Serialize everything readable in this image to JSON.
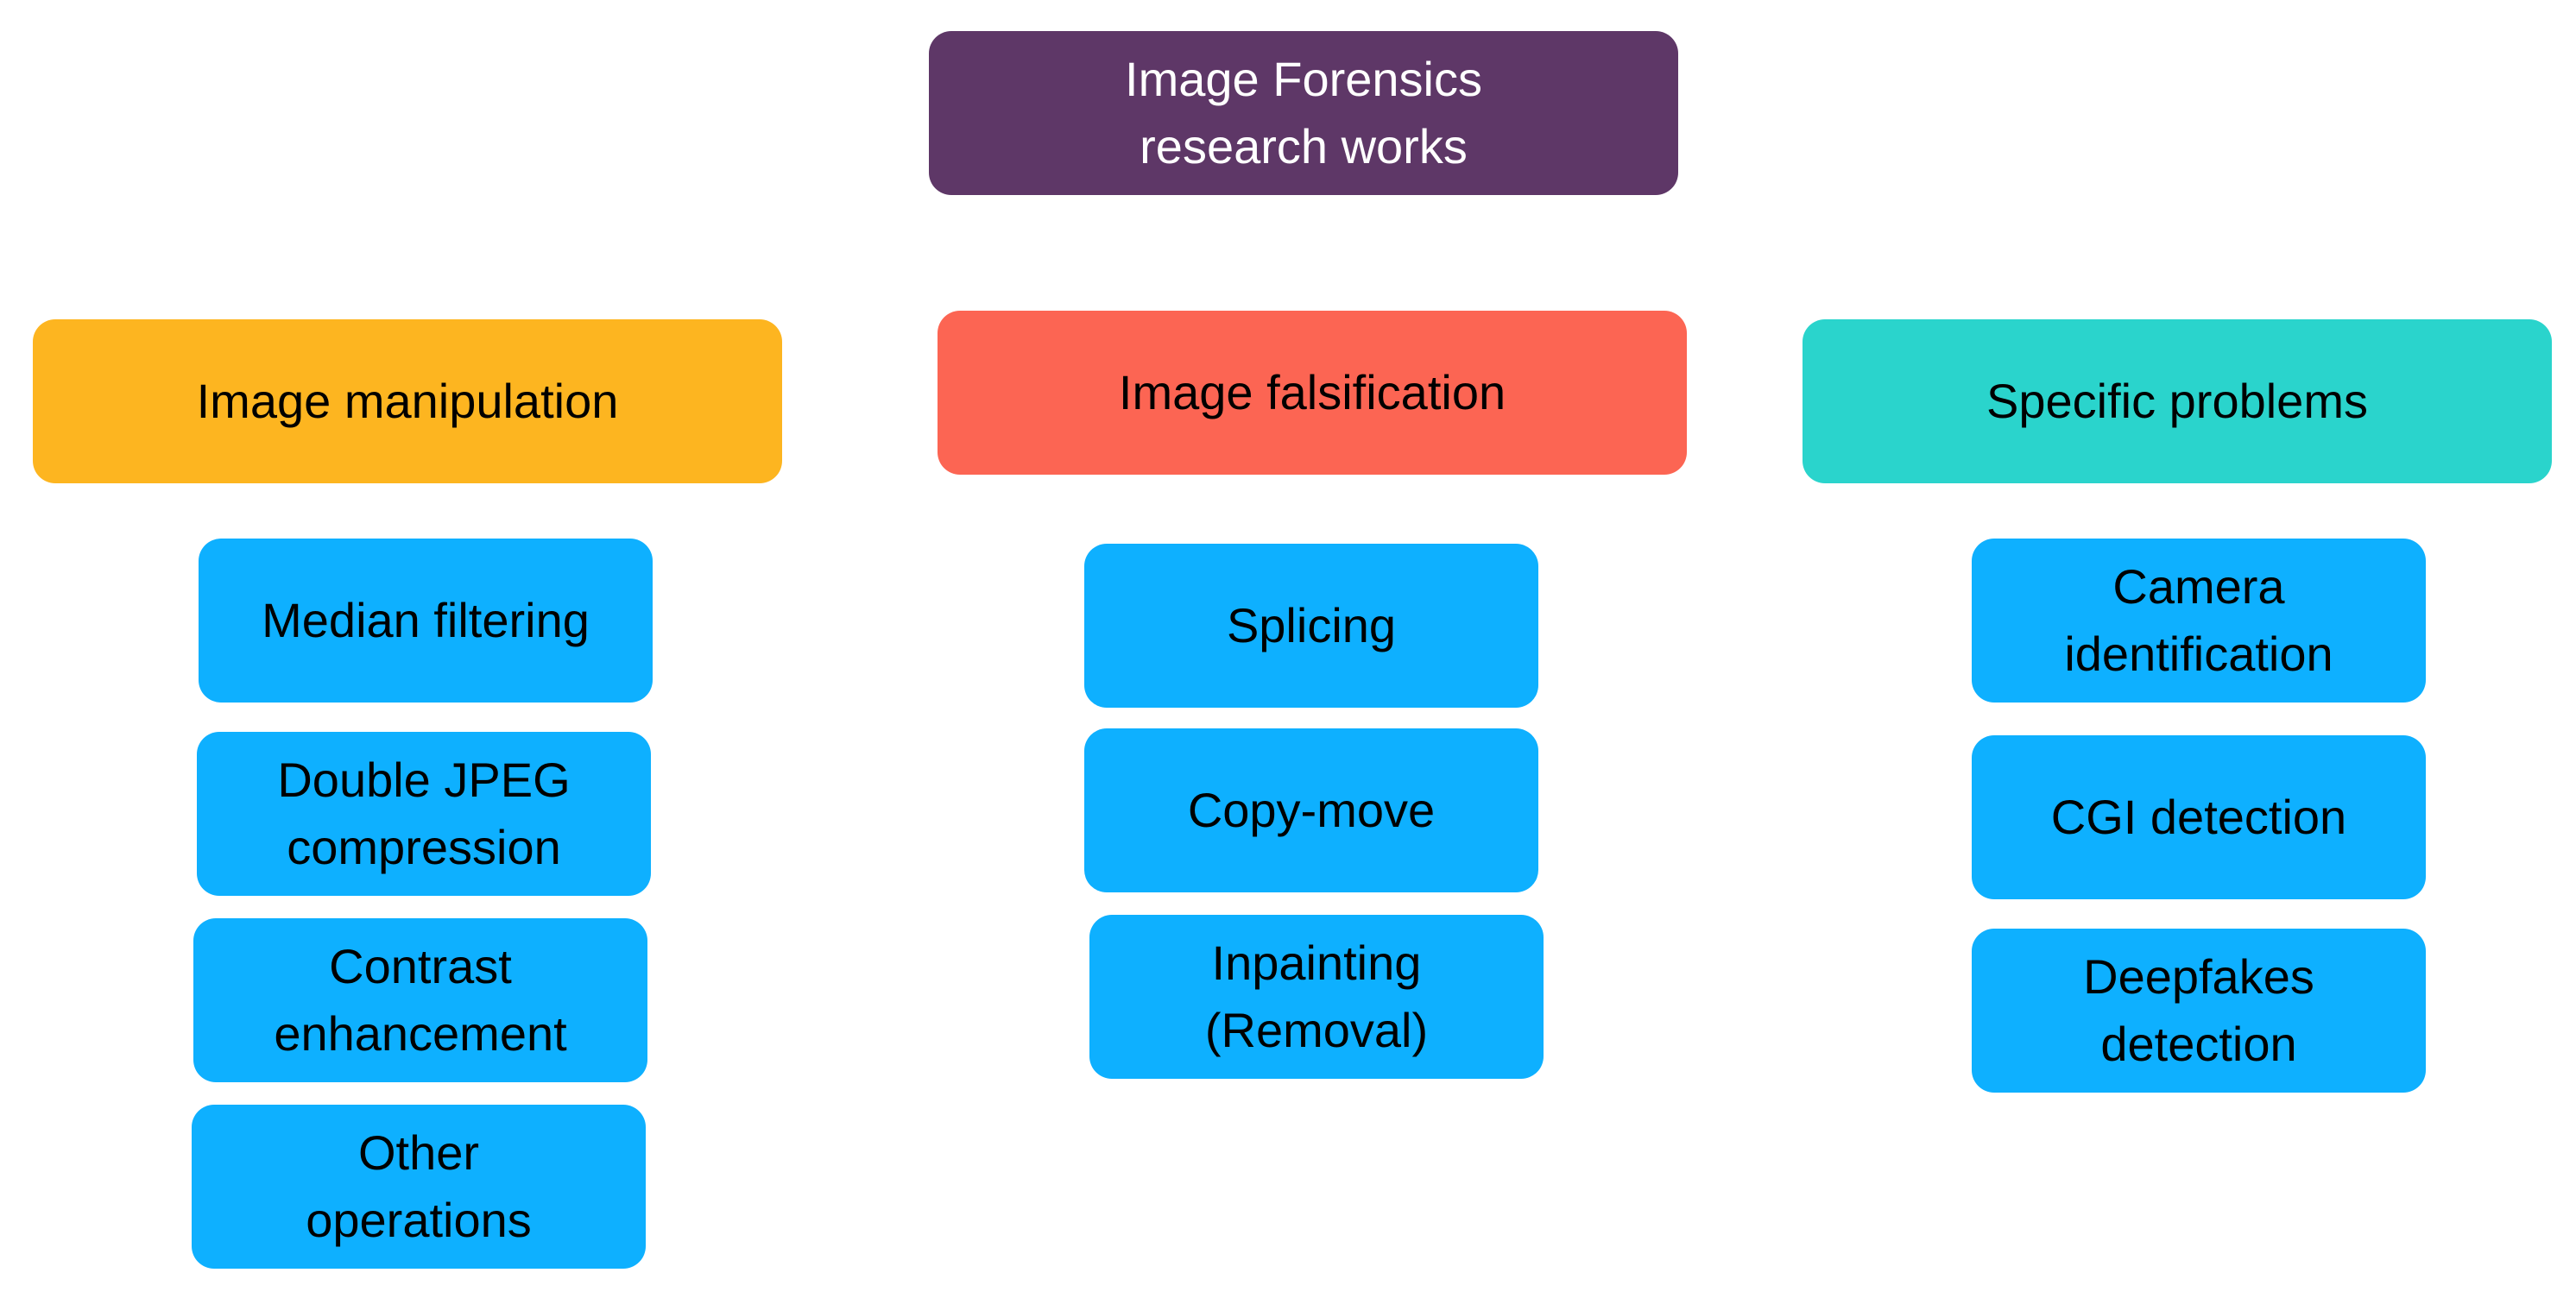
{
  "colors": {
    "root": "#5e3767",
    "manipulation": "#fdb520",
    "falsification": "#fc6553",
    "specific": "#2ad4cc",
    "leaf": "#0eb0ff"
  },
  "root": {
    "label": "Image Forensics\nresearch works"
  },
  "categories": [
    {
      "label": "Image manipulation",
      "items": [
        "Median filtering",
        "Double JPEG\ncompression",
        "Contrast\nenhancement",
        "Other\noperations"
      ]
    },
    {
      "label": "Image falsification",
      "items": [
        "Splicing",
        "Copy-move",
        "Inpainting\n(Removal)"
      ]
    },
    {
      "label": "Specific problems",
      "items": [
        "Camera\nidentification",
        "CGI detection",
        "Deepfakes\ndetection"
      ]
    }
  ]
}
